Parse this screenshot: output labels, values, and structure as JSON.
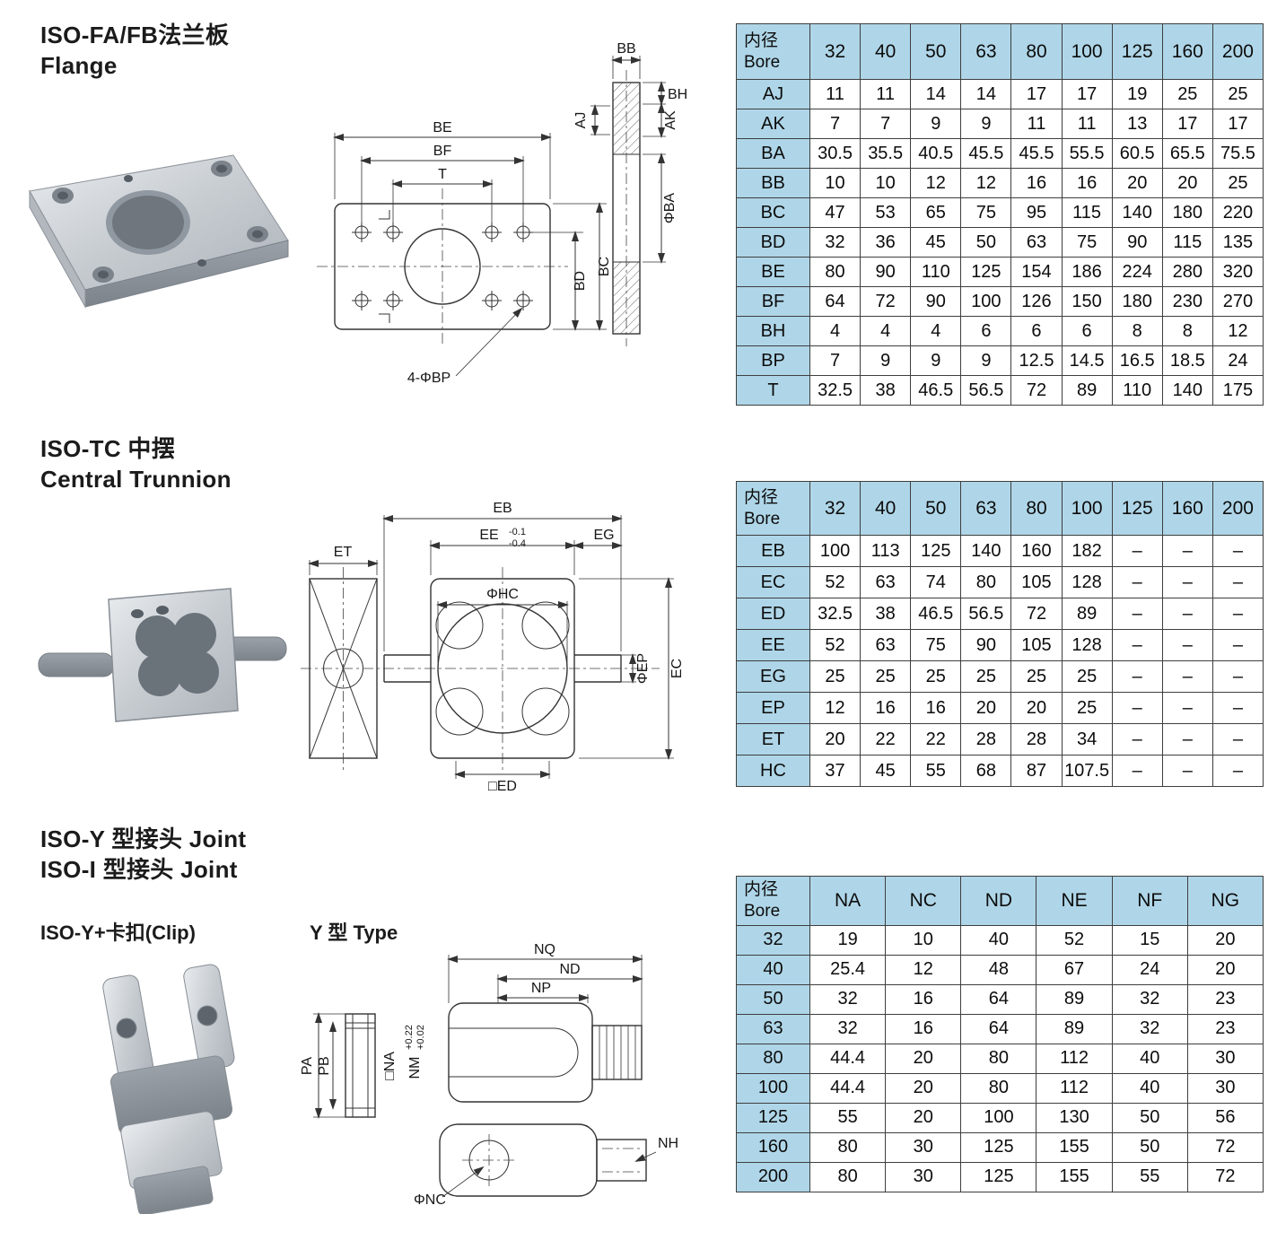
{
  "colors": {
    "table_header_bg": "#afd6e8",
    "table_border": "#3e3e3e"
  },
  "flange": {
    "title_zh": "ISO-FA/FB法兰板",
    "title_en": "Flange",
    "drawing_labels": {
      "bb": "BB",
      "bh": "BH",
      "ak": "AK",
      "aj": "AJ",
      "phi_ba": "ΦBA",
      "be": "BE",
      "bf": "BF",
      "t": "T",
      "bd": "BD",
      "bc": "BC",
      "bp4": "4-ΦBP"
    },
    "table": {
      "corner_zh": "内径",
      "corner_en": "Bore",
      "columns": [
        "32",
        "40",
        "50",
        "63",
        "80",
        "100",
        "125",
        "160",
        "200"
      ],
      "rows": [
        {
          "label": "AJ",
          "values": [
            "11",
            "11",
            "14",
            "14",
            "17",
            "17",
            "19",
            "25",
            "25"
          ]
        },
        {
          "label": "AK",
          "values": [
            "7",
            "7",
            "9",
            "9",
            "11",
            "11",
            "13",
            "17",
            "17"
          ]
        },
        {
          "label": "BA",
          "values": [
            "30.5",
            "35.5",
            "40.5",
            "45.5",
            "45.5",
            "55.5",
            "60.5",
            "65.5",
            "75.5"
          ]
        },
        {
          "label": "BB",
          "values": [
            "10",
            "10",
            "12",
            "12",
            "16",
            "16",
            "20",
            "20",
            "25"
          ]
        },
        {
          "label": "BC",
          "values": [
            "47",
            "53",
            "65",
            "75",
            "95",
            "115",
            "140",
            "180",
            "220"
          ]
        },
        {
          "label": "BD",
          "values": [
            "32",
            "36",
            "45",
            "50",
            "63",
            "75",
            "90",
            "115",
            "135"
          ]
        },
        {
          "label": "BE",
          "values": [
            "80",
            "90",
            "110",
            "125",
            "154",
            "186",
            "224",
            "280",
            "320"
          ]
        },
        {
          "label": "BF",
          "values": [
            "64",
            "72",
            "90",
            "100",
            "126",
            "150",
            "180",
            "230",
            "270"
          ]
        },
        {
          "label": "BH",
          "values": [
            "4",
            "4",
            "4",
            "6",
            "6",
            "6",
            "8",
            "8",
            "12"
          ]
        },
        {
          "label": "BP",
          "values": [
            "7",
            "9",
            "9",
            "9",
            "12.5",
            "14.5",
            "16.5",
            "18.5",
            "24"
          ]
        },
        {
          "label": "T",
          "values": [
            "32.5",
            "38",
            "46.5",
            "56.5",
            "72",
            "89",
            "110",
            "140",
            "175"
          ]
        }
      ]
    }
  },
  "trunnion": {
    "title_zh": "ISO-TC 中摆",
    "title_en": "Central Trunnion",
    "drawing_labels": {
      "eb": "EB",
      "ee": "EE",
      "ee_tol_top": "-0.1",
      "ee_tol_bot": "-0.4",
      "eg": "EG",
      "et": "ET",
      "phi_hc": "ΦHC",
      "phi_ep": "ΦEP",
      "ec": "EC",
      "ed": "□ED"
    },
    "table": {
      "corner_zh": "内径",
      "corner_en": "Bore",
      "columns": [
        "32",
        "40",
        "50",
        "63",
        "80",
        "100",
        "125",
        "160",
        "200"
      ],
      "rows": [
        {
          "label": "EB",
          "values": [
            "100",
            "113",
            "125",
            "140",
            "160",
            "182",
            "–",
            "–",
            "–"
          ]
        },
        {
          "label": "EC",
          "values": [
            "52",
            "63",
            "74",
            "80",
            "105",
            "128",
            "–",
            "–",
            "–"
          ]
        },
        {
          "label": "ED",
          "values": [
            "32.5",
            "38",
            "46.5",
            "56.5",
            "72",
            "89",
            "–",
            "–",
            "–"
          ]
        },
        {
          "label": "EE",
          "values": [
            "52",
            "63",
            "75",
            "90",
            "105",
            "128",
            "–",
            "–",
            "–"
          ]
        },
        {
          "label": "EG",
          "values": [
            "25",
            "25",
            "25",
            "25",
            "25",
            "25",
            "–",
            "–",
            "–"
          ]
        },
        {
          "label": "EP",
          "values": [
            "12",
            "16",
            "16",
            "20",
            "20",
            "25",
            "–",
            "–",
            "–"
          ]
        },
        {
          "label": "ET",
          "values": [
            "20",
            "22",
            "22",
            "28",
            "28",
            "34",
            "–",
            "–",
            "–"
          ]
        },
        {
          "label": "HC",
          "values": [
            "37",
            "45",
            "55",
            "68",
            "87",
            "107.5",
            "–",
            "–",
            "–"
          ]
        }
      ]
    }
  },
  "joint": {
    "title_line1": "ISO-Y 型接头 Joint",
    "title_line2": "ISO-I 型接头 Joint",
    "caption_clip": "ISO-Y+卡扣(Clip)",
    "caption_type": "Y 型 Type",
    "drawing_labels": {
      "nq": "NQ",
      "nd": "ND",
      "np": "NP",
      "pa": "PA",
      "pb": "PB",
      "na": "□NA",
      "nm": "NM",
      "nm_tol_top": "+0.22",
      "nm_tol_bot": "+0.02",
      "phi_nc": "ΦNC",
      "nh": "NH"
    },
    "table": {
      "corner_zh": "内径",
      "corner_en": "Bore",
      "columns": [
        "NA",
        "NC",
        "ND",
        "NE",
        "NF",
        "NG"
      ],
      "rows": [
        {
          "label": "32",
          "values": [
            "19",
            "10",
            "40",
            "52",
            "15",
            "20"
          ]
        },
        {
          "label": "40",
          "values": [
            "25.4",
            "12",
            "48",
            "67",
            "24",
            "20"
          ]
        },
        {
          "label": "50",
          "values": [
            "32",
            "16",
            "64",
            "89",
            "32",
            "23"
          ]
        },
        {
          "label": "63",
          "values": [
            "32",
            "16",
            "64",
            "89",
            "32",
            "23"
          ]
        },
        {
          "label": "80",
          "values": [
            "44.4",
            "20",
            "80",
            "112",
            "40",
            "30"
          ]
        },
        {
          "label": "100",
          "values": [
            "44.4",
            "20",
            "80",
            "112",
            "40",
            "30"
          ]
        },
        {
          "label": "125",
          "values": [
            "55",
            "20",
            "100",
            "130",
            "50",
            "56"
          ]
        },
        {
          "label": "160",
          "values": [
            "80",
            "30",
            "125",
            "155",
            "50",
            "72"
          ]
        },
        {
          "label": "200",
          "values": [
            "80",
            "30",
            "125",
            "155",
            "55",
            "72"
          ]
        }
      ]
    }
  }
}
